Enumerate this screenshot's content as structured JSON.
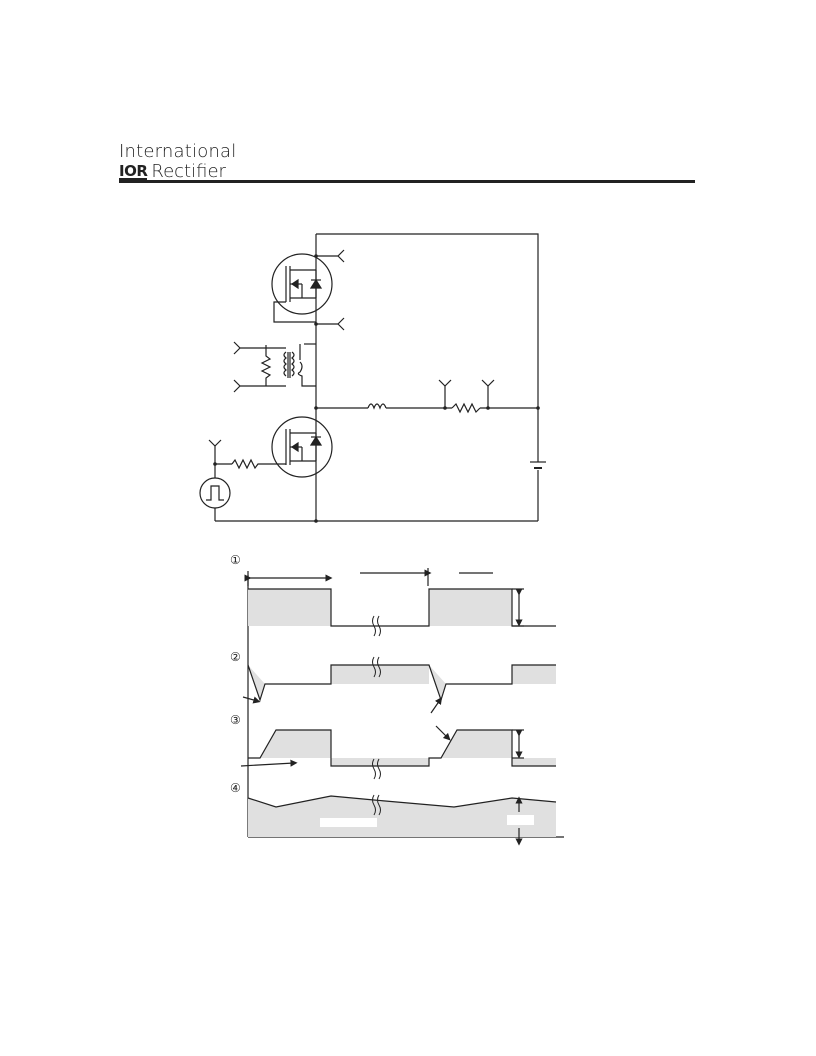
{
  "header": {
    "company_line1": "International",
    "logo_mark": "IOR",
    "company_line2": "Rectifier"
  },
  "waveforms": {
    "labels": [
      "①",
      "②",
      "③",
      "④"
    ]
  },
  "colors": {
    "ink": "#222222",
    "shade": "#e0e0e0"
  }
}
